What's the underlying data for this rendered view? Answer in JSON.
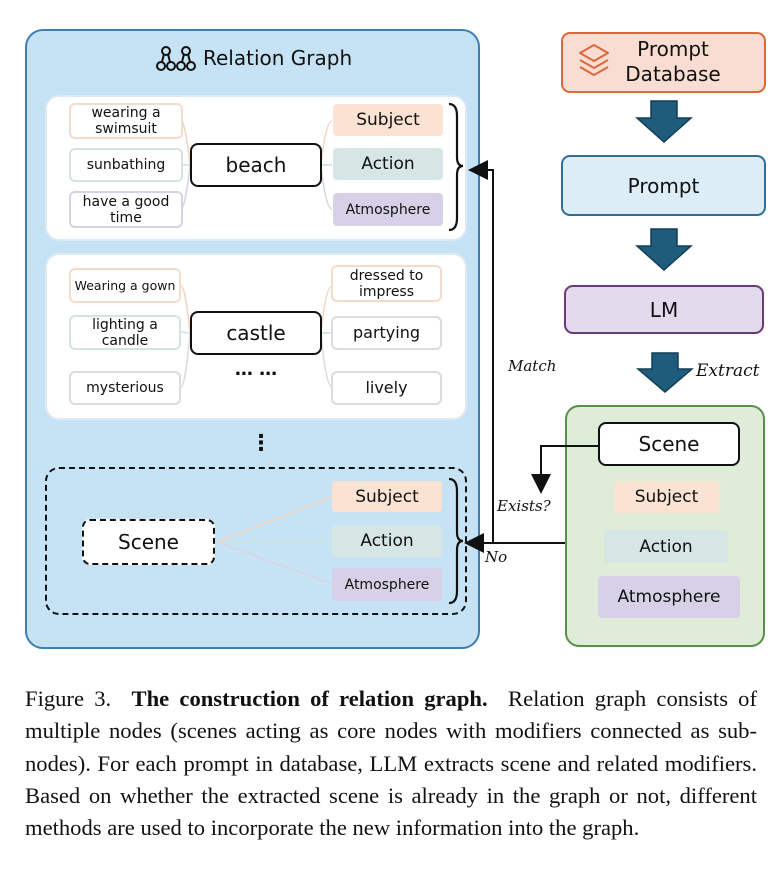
{
  "relation_graph": {
    "title": "Relation Graph",
    "block1": {
      "scene": "beach",
      "left_modifiers": [
        "wearing a swimsuit",
        "sunbathing",
        "have a good time"
      ],
      "tags": [
        "Subject",
        "Action",
        "Atmosphere"
      ]
    },
    "block2": {
      "scene": "castle",
      "left_modifiers": [
        "Wearing a gown",
        "lighting a candle",
        "mysterious"
      ],
      "right_modifiers": [
        "dressed to impress",
        "partying",
        "lively"
      ],
      "ellipsis": "… …"
    },
    "vertical_ellipsis": "⋮",
    "block3": {
      "scene": "Scene",
      "tags": [
        "Subject",
        "Action",
        "Atmosphere"
      ]
    }
  },
  "pipeline": {
    "database": "Prompt Database",
    "prompt": "Prompt",
    "lm": "LM",
    "extract": "Extract",
    "scene": "Scene",
    "tags": [
      "Subject",
      "Action",
      "Atmosphere"
    ]
  },
  "labels": {
    "match": "Match",
    "exists": "Exists?",
    "no": "No"
  },
  "caption": {
    "label": "Figure 3.",
    "title": "The construction of relation graph.",
    "body": "Relation graph consists of multiple nodes (scenes acting as core nodes with modifiers connected as sub-nodes). For each prompt in database, LLM extracts scene and related modifiers.  Based on whether the extracted scene is already in the graph or not, different methods are used to incorporate the new information into the graph."
  },
  "colors": {
    "panel_blue": "#c6e3f5",
    "database_orange": "#f9ddd3",
    "prompt_blue": "#dcedf8",
    "lm_purple": "#e3dbeb",
    "scene_green": "#dfecd8",
    "arrow_teal": "#1f5c7b"
  }
}
